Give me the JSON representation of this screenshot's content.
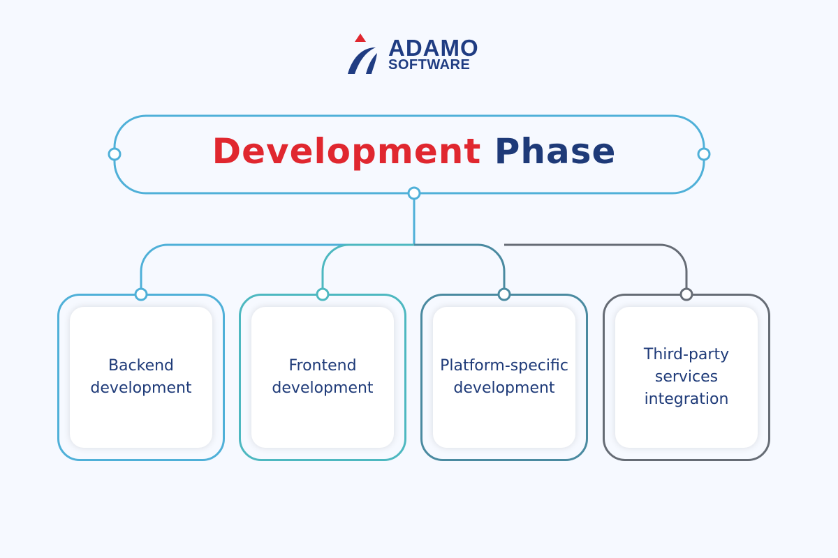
{
  "logo": {
    "line1": "ADAMO",
    "line2": "SOFTWARE"
  },
  "title": {
    "part1": "Development",
    "part2": "Phase",
    "color1": "#e0272f",
    "color2": "#1e3a78"
  },
  "items": [
    {
      "label": "Backend development",
      "color": "#4fb0d8"
    },
    {
      "label": "Frontend development",
      "color": "#4db8c0"
    },
    {
      "label": "Platform-specific development",
      "color": "#4a8aa0"
    },
    {
      "label": "Third-party services integration",
      "color": "#666c75"
    }
  ]
}
